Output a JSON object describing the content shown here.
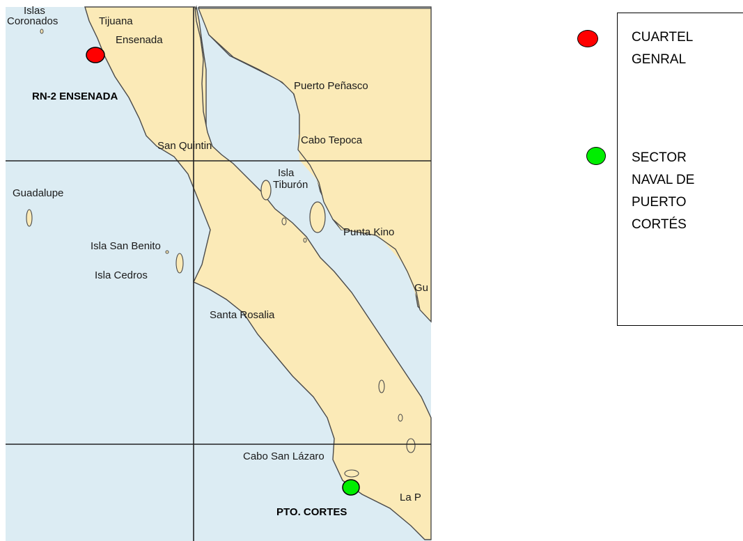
{
  "map": {
    "colors": {
      "sea": "#dcecf3",
      "land": "#fbeab7",
      "coast": "#4a4a4a",
      "grid": "#222222"
    },
    "place_labels": {
      "islas": "Islas",
      "coronados": "Coronados",
      "tijuana": "Tijuana",
      "ensenada": "Ensenada",
      "puerto_penasco": "Puerto Peñasco",
      "cabo_tepoca": "Cabo Tepoca",
      "san_quintin": "San Quintin",
      "isla": "Isla",
      "tiburon": "Tiburón",
      "guadalupe": "Guadalupe",
      "punta_kino": "Punta Kino",
      "isla_san_benito": "Isla San Benito",
      "isla_cedros": "Isla Cedros",
      "gu": "Gu",
      "santa_rosalia": "Santa Rosalia",
      "cabo_san_lazaro": "Cabo San Lázaro",
      "la_p": "La P"
    },
    "markers": {
      "ensenada": {
        "label": "RN-2 ENSENADA",
        "color": "#ff0000"
      },
      "cortes": {
        "label": "PTO. CORTES",
        "color": "#00ee00"
      }
    }
  },
  "legend": {
    "items": [
      {
        "color": "#ff0000",
        "lines": [
          "CUARTEL",
          "GENRAL"
        ]
      },
      {
        "color": "#00ee00",
        "lines": [
          "SECTOR",
          "NAVAL DE",
          "PUERTO",
          "CORTÉS"
        ]
      }
    ]
  }
}
